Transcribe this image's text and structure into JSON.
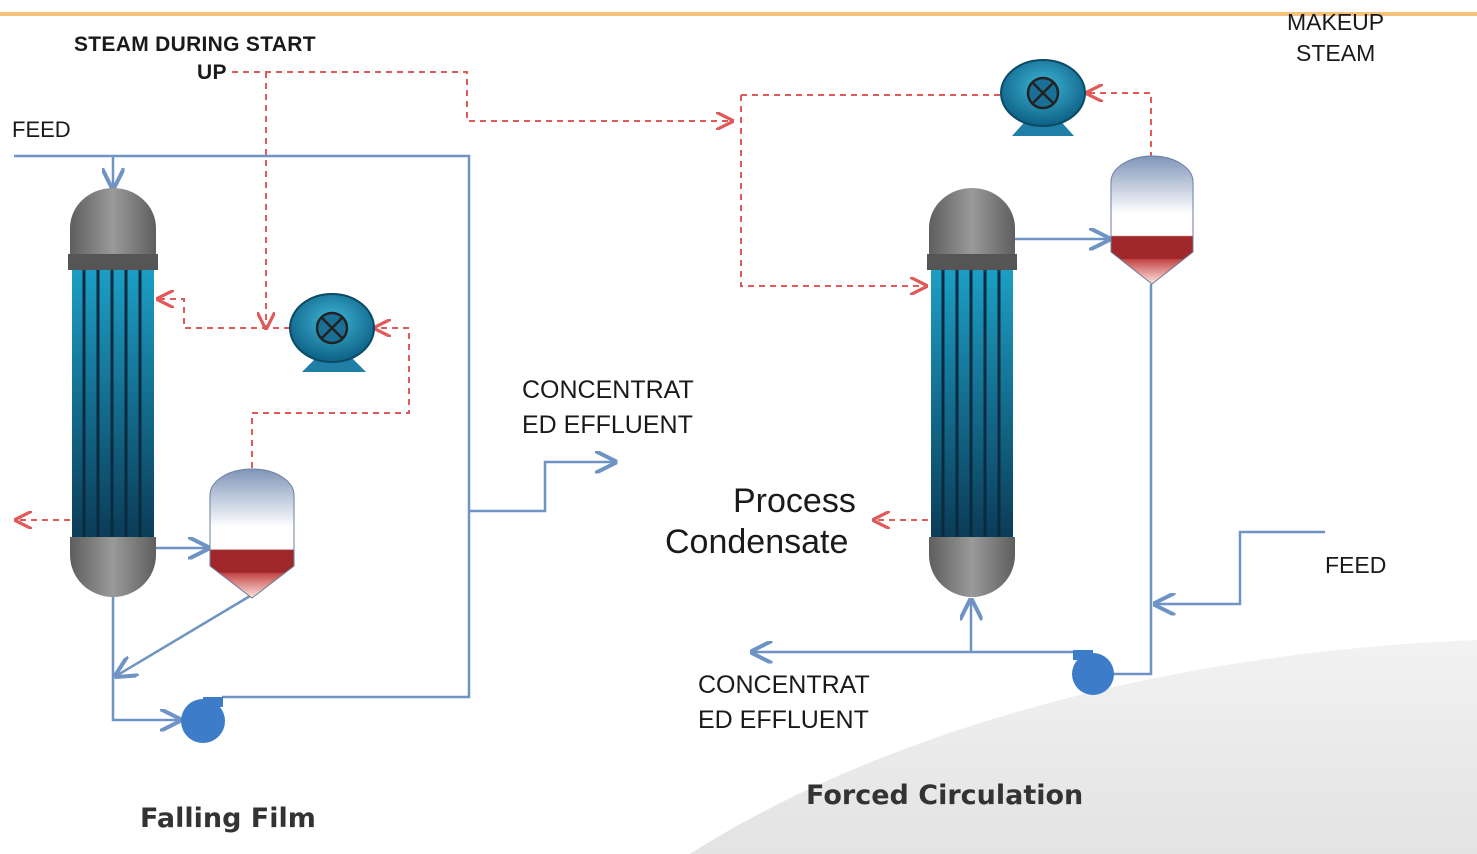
{
  "labels": {
    "steam_start_line1": "STEAM DURING START",
    "steam_start_line2": "UP",
    "feed_left": "FEED",
    "makeup_line1": "MAKEUP",
    "makeup_line2": "STEAM",
    "conc_right_line1": "CONCENTRAT",
    "conc_right_line2": "ED EFFLUENT",
    "process_line1": "Process",
    "process_line2": "Condensate",
    "feed_right": "FEED",
    "conc_bottom_line1": "CONCENTRAT",
    "conc_bottom_line2": "ED EFFLUENT",
    "caption_left": "Falling Film",
    "caption_right": "Forced Circulation"
  },
  "colors": {
    "process_line": "#6f93c4",
    "steam_line": "#e05a5a",
    "pump": "#3d7cc9",
    "compressor": "#1f7fa6",
    "vessel_grey": "#7f7f7f",
    "separator_red": "#a0282a",
    "header_bar": "#f4c27a"
  }
}
